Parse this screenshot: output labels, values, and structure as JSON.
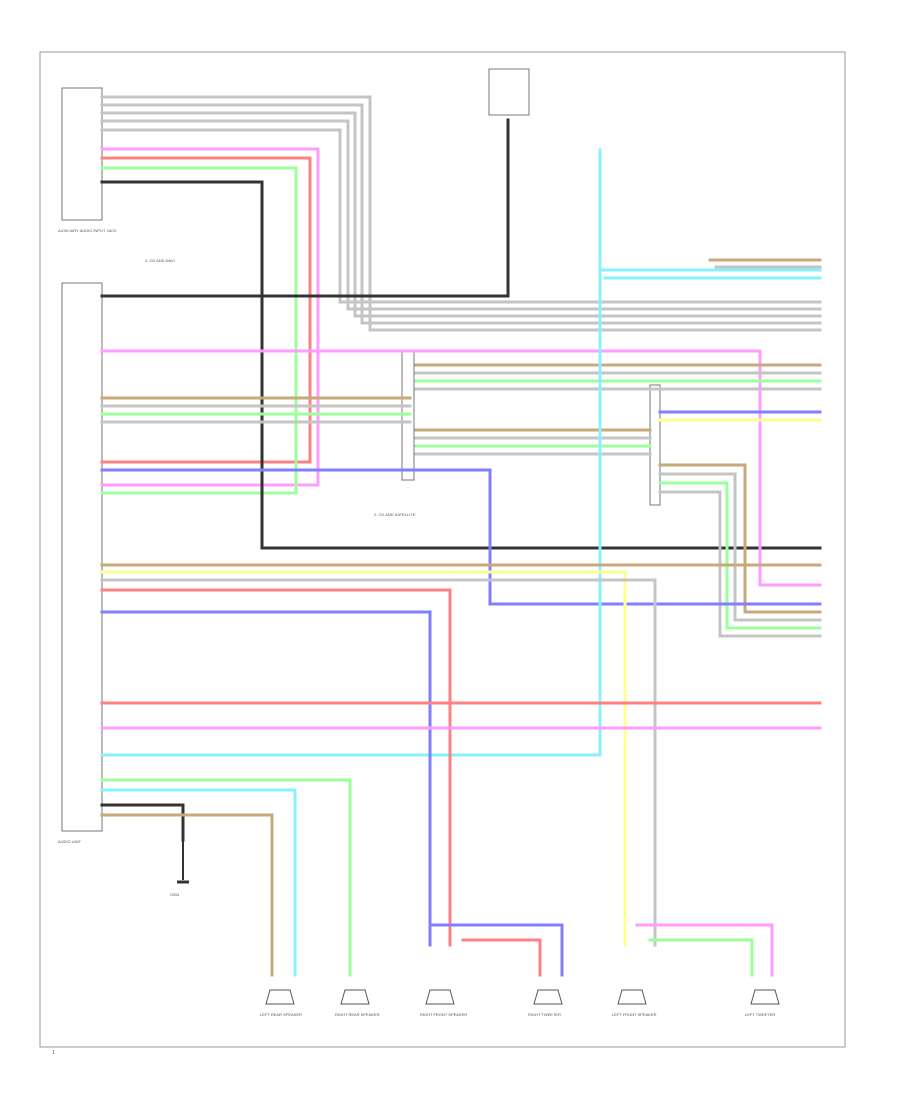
{
  "colors": {
    "gray": "#c4c4c4",
    "dark": "#333333",
    "pink": "#ff9cff",
    "red": "#ff8080",
    "green": "#9cff9c",
    "tan": "#c8aa7a",
    "blue": "#7f7fff",
    "cyan": "#8af0ff",
    "yellow": "#ffff90",
    "lightgray": "#d8d8d8"
  },
  "labels": {
    "footer": "1",
    "audio_unit": "AUDIO UNIT",
    "aux_jack": "AUXILIARY AUDIO INPUT JACK",
    "ground": "G551",
    "legend_1": "1: CD AND NAVI",
    "legend_2": "2: CD AND SATELLITE"
  },
  "speakers": [
    {
      "label": "LEFT REAR SPEAKER"
    },
    {
      "label": "RIGHT REAR SPEAKER"
    },
    {
      "label": "RIGHT FRONT SPEAKER"
    },
    {
      "label": "RIGHT TWEETER"
    },
    {
      "label": "LEFT FRONT SPEAKER"
    },
    {
      "label": "LEFT TWEETER"
    }
  ]
}
